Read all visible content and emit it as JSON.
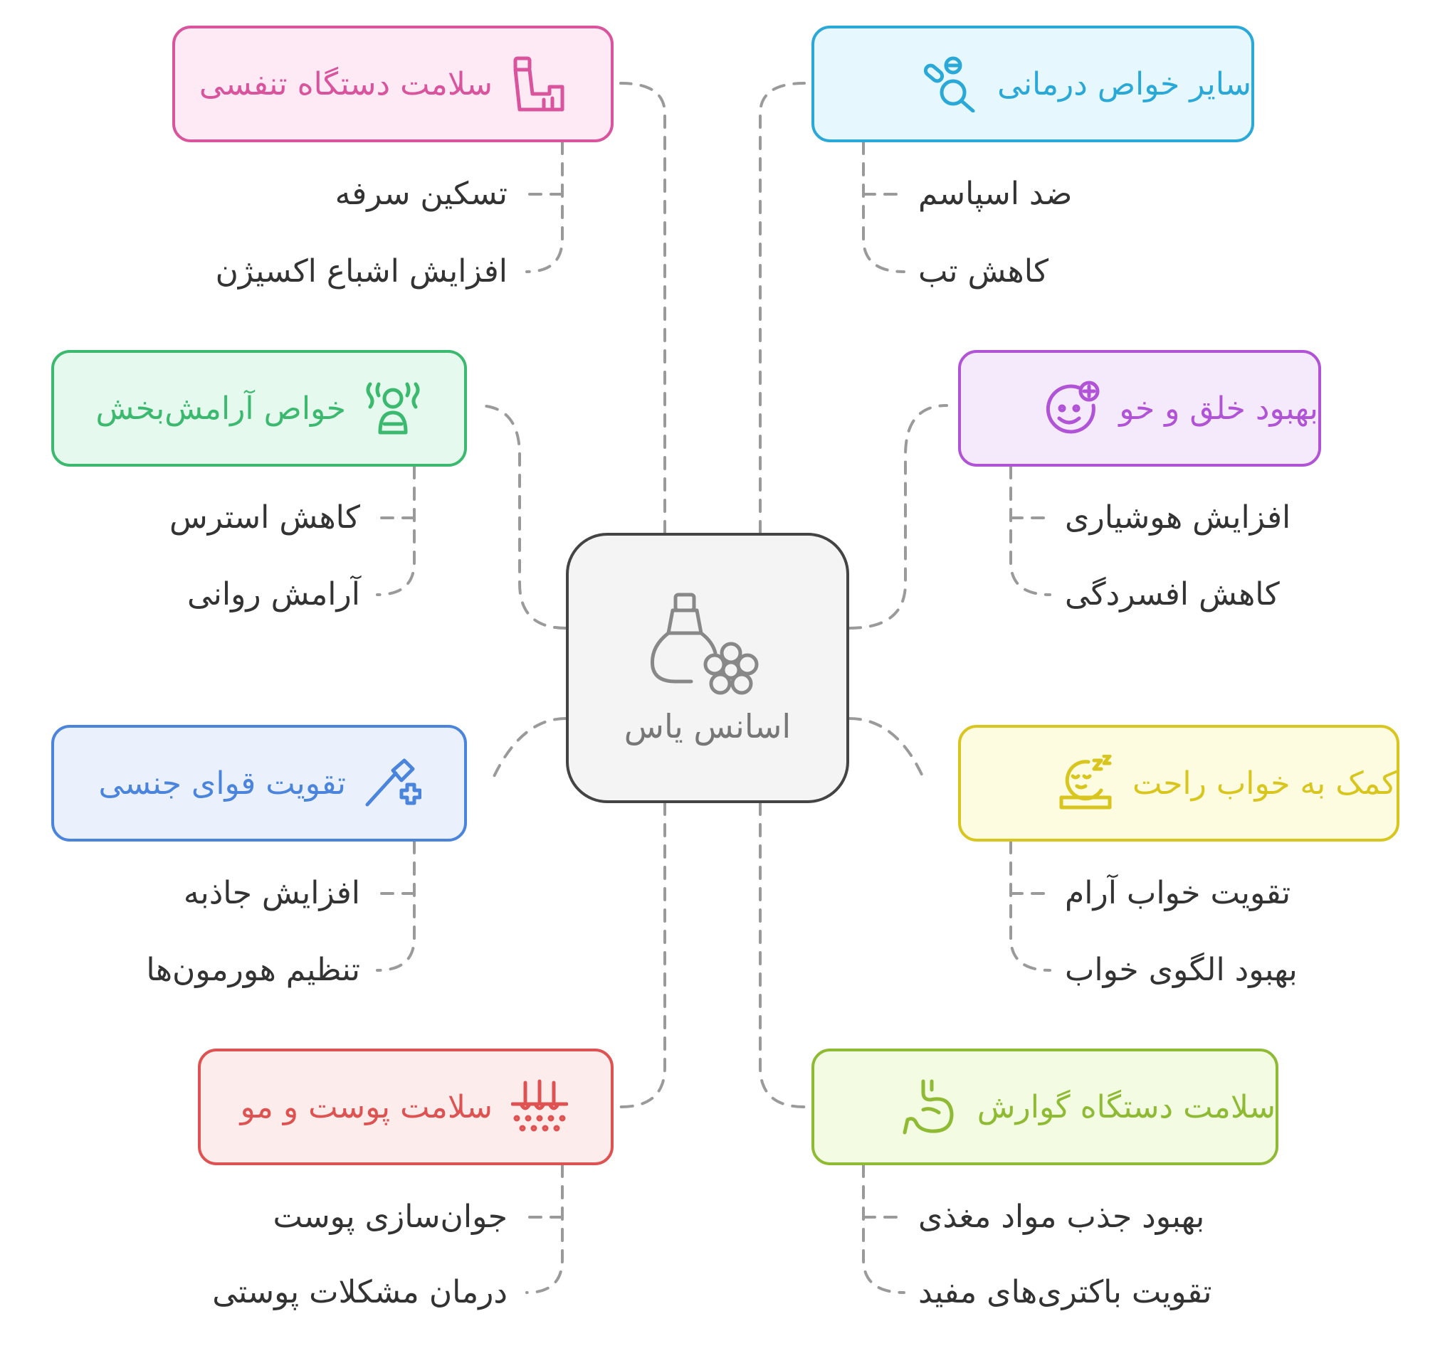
{
  "center": {
    "label": "اسانس یاس",
    "icon": "perfume-flower-icon"
  },
  "categories": [
    {
      "id": "respiratory",
      "label": "سلامت دستگاه تنفسی",
      "icon": "inhaler-icon",
      "color": "#d9539d",
      "fill": "#fdeaf4",
      "items": [
        "تسکین سرفه",
        "افزایش اشباع اکسیژن"
      ]
    },
    {
      "id": "therapeutic",
      "label": "سایر خواص درمانی",
      "icon": "pills-search-icon",
      "color": "#2aa8d8",
      "fill": "#e6f7fd",
      "items": [
        "ضد اسپاسم",
        "کاهش تب"
      ]
    },
    {
      "id": "relaxation",
      "label": "خواص آرامش‌بخش",
      "icon": "spa-person-icon",
      "color": "#3bb96e",
      "fill": "#e6f9ee",
      "items": [
        "کاهش استرس",
        "آرامش روانی"
      ]
    },
    {
      "id": "mood",
      "label": "بهبود خلق و خو",
      "icon": "smiley-plus-icon",
      "color": "#b053d6",
      "fill": "#f5eafc",
      "items": [
        "افزایش هوشیاری",
        "کاهش افسردگی"
      ]
    },
    {
      "id": "libido",
      "label": "تقویت قوای جنسی",
      "icon": "syringe-plus-icon",
      "color": "#4a84dc",
      "fill": "#eaf1fd",
      "items": [
        "افزایش جاذبه",
        "تنظیم هورمون‌ها"
      ]
    },
    {
      "id": "sleep",
      "label": "کمک به خواب راحت",
      "icon": "sleeping-face-icon",
      "color": "#d8c61e",
      "fill": "#fdfbe0",
      "items": [
        "تقویت خواب آرام",
        "بهبود الگوی خواب"
      ]
    },
    {
      "id": "skin",
      "label": "سلامت پوست و مو",
      "icon": "skin-hair-icon",
      "color": "#de5252",
      "fill": "#fdecec",
      "items": [
        "جوان‌سازی پوست",
        "درمان مشکلات پوستی"
      ]
    },
    {
      "id": "digestive",
      "label": "سلامت دستگاه گوارش",
      "icon": "stomach-icon",
      "color": "#8fbb34",
      "fill": "#f3fbe3",
      "items": [
        "بهبود جذب مواد مغذی",
        "تقویت باکتری‌های مفید"
      ]
    }
  ]
}
